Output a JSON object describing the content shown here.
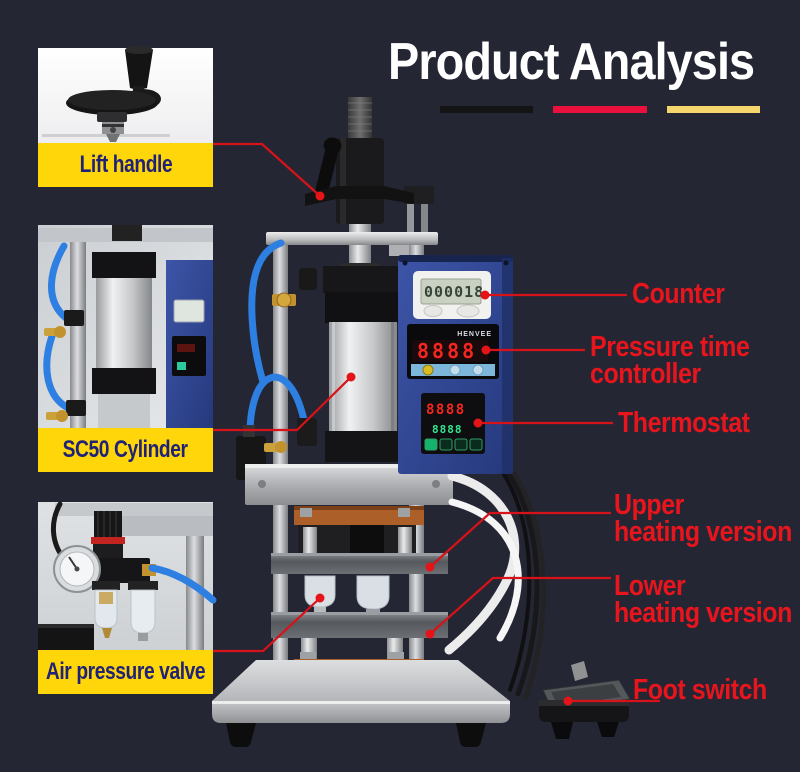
{
  "title": {
    "text": "Product Analysis"
  },
  "colors": {
    "background": "#242634",
    "callout_red": "#e8151d",
    "connector_red": "#d71219",
    "label_yellow": "#ffd60a",
    "label_text_navy": "#1f2276",
    "bar_black": "#141414",
    "bar_crimson": "#e8103c",
    "bar_yellow": "#f5d66d",
    "control_box_blue": "#2f4188",
    "tube_blue": "#2e7fe2"
  },
  "insets": {
    "lift_handle": {
      "label": "Lift handle"
    },
    "sc50_cylinder": {
      "label": "SC50 Cylinder"
    },
    "air_pressure_valve": {
      "label": "Air pressure valve"
    }
  },
  "callouts": {
    "counter": {
      "label": "Counter"
    },
    "pressure_time_controller": {
      "line1": "Pressure time",
      "line2": "controller"
    },
    "thermostat": {
      "label": "Thermostat"
    },
    "upper_heating": {
      "line1": "Upper",
      "line2": "heating version"
    },
    "lower_heating": {
      "line1": "Lower",
      "line2": "heating version"
    },
    "foot_switch": {
      "label": "Foot switch"
    }
  },
  "machine": {
    "controller_brand": "HENVEE",
    "counter_display": "000018",
    "ptc_display": "8888",
    "thermostat_display_top": "8888",
    "thermostat_display_bottom": "8888"
  }
}
